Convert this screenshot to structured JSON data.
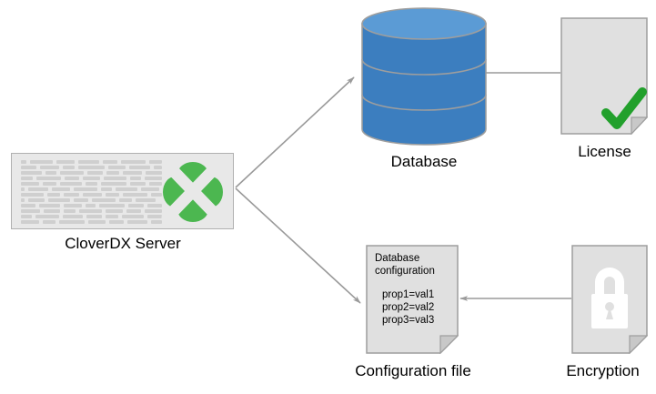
{
  "diagram": {
    "title": "CloverDX Server configuration and encryption diagram",
    "background": "#ffffff",
    "colors": {
      "node_fill": "#e8e8e8",
      "node_border": "#b0b0b0",
      "clover_green": "#4cb750",
      "check_green": "#22a02c",
      "db_body": "#3c7ebf",
      "db_top": "#5b9bd5",
      "db_border": "#9e9e9e",
      "arrow": "#9a9a9a",
      "text": "#000000",
      "line_stub": "#cfcfcf",
      "lock_white": "#ffffff"
    }
  },
  "nodes": {
    "server": {
      "label": "CloverDX Server",
      "icon": "clover-logo-icon",
      "text_rows": 12
    },
    "database": {
      "label": "Database",
      "icon": "database-cylinder-icon",
      "segments": 3
    },
    "license": {
      "label": "License",
      "icon": "green-check-icon"
    },
    "config": {
      "label": "Configuration file",
      "heading_line1": "Database",
      "heading_line2": "configuration",
      "properties": [
        "prop1=val1",
        "prop2=val2",
        "prop3=val3"
      ]
    },
    "encryption": {
      "label": "Encryption",
      "icon": "padlock-icon"
    }
  },
  "connectors": [
    {
      "name": "server-to-database",
      "from": "server",
      "to": "database",
      "direction": "up-right",
      "arrowhead": "end"
    },
    {
      "name": "server-to-config",
      "from": "server",
      "to": "config",
      "direction": "down-right",
      "arrowhead": "end"
    },
    {
      "name": "license-to-database",
      "from": "license",
      "to": "database",
      "direction": "left",
      "arrowhead": "end"
    },
    {
      "name": "encryption-to-config",
      "from": "encryption",
      "to": "config",
      "direction": "left",
      "arrowhead": "end"
    }
  ]
}
